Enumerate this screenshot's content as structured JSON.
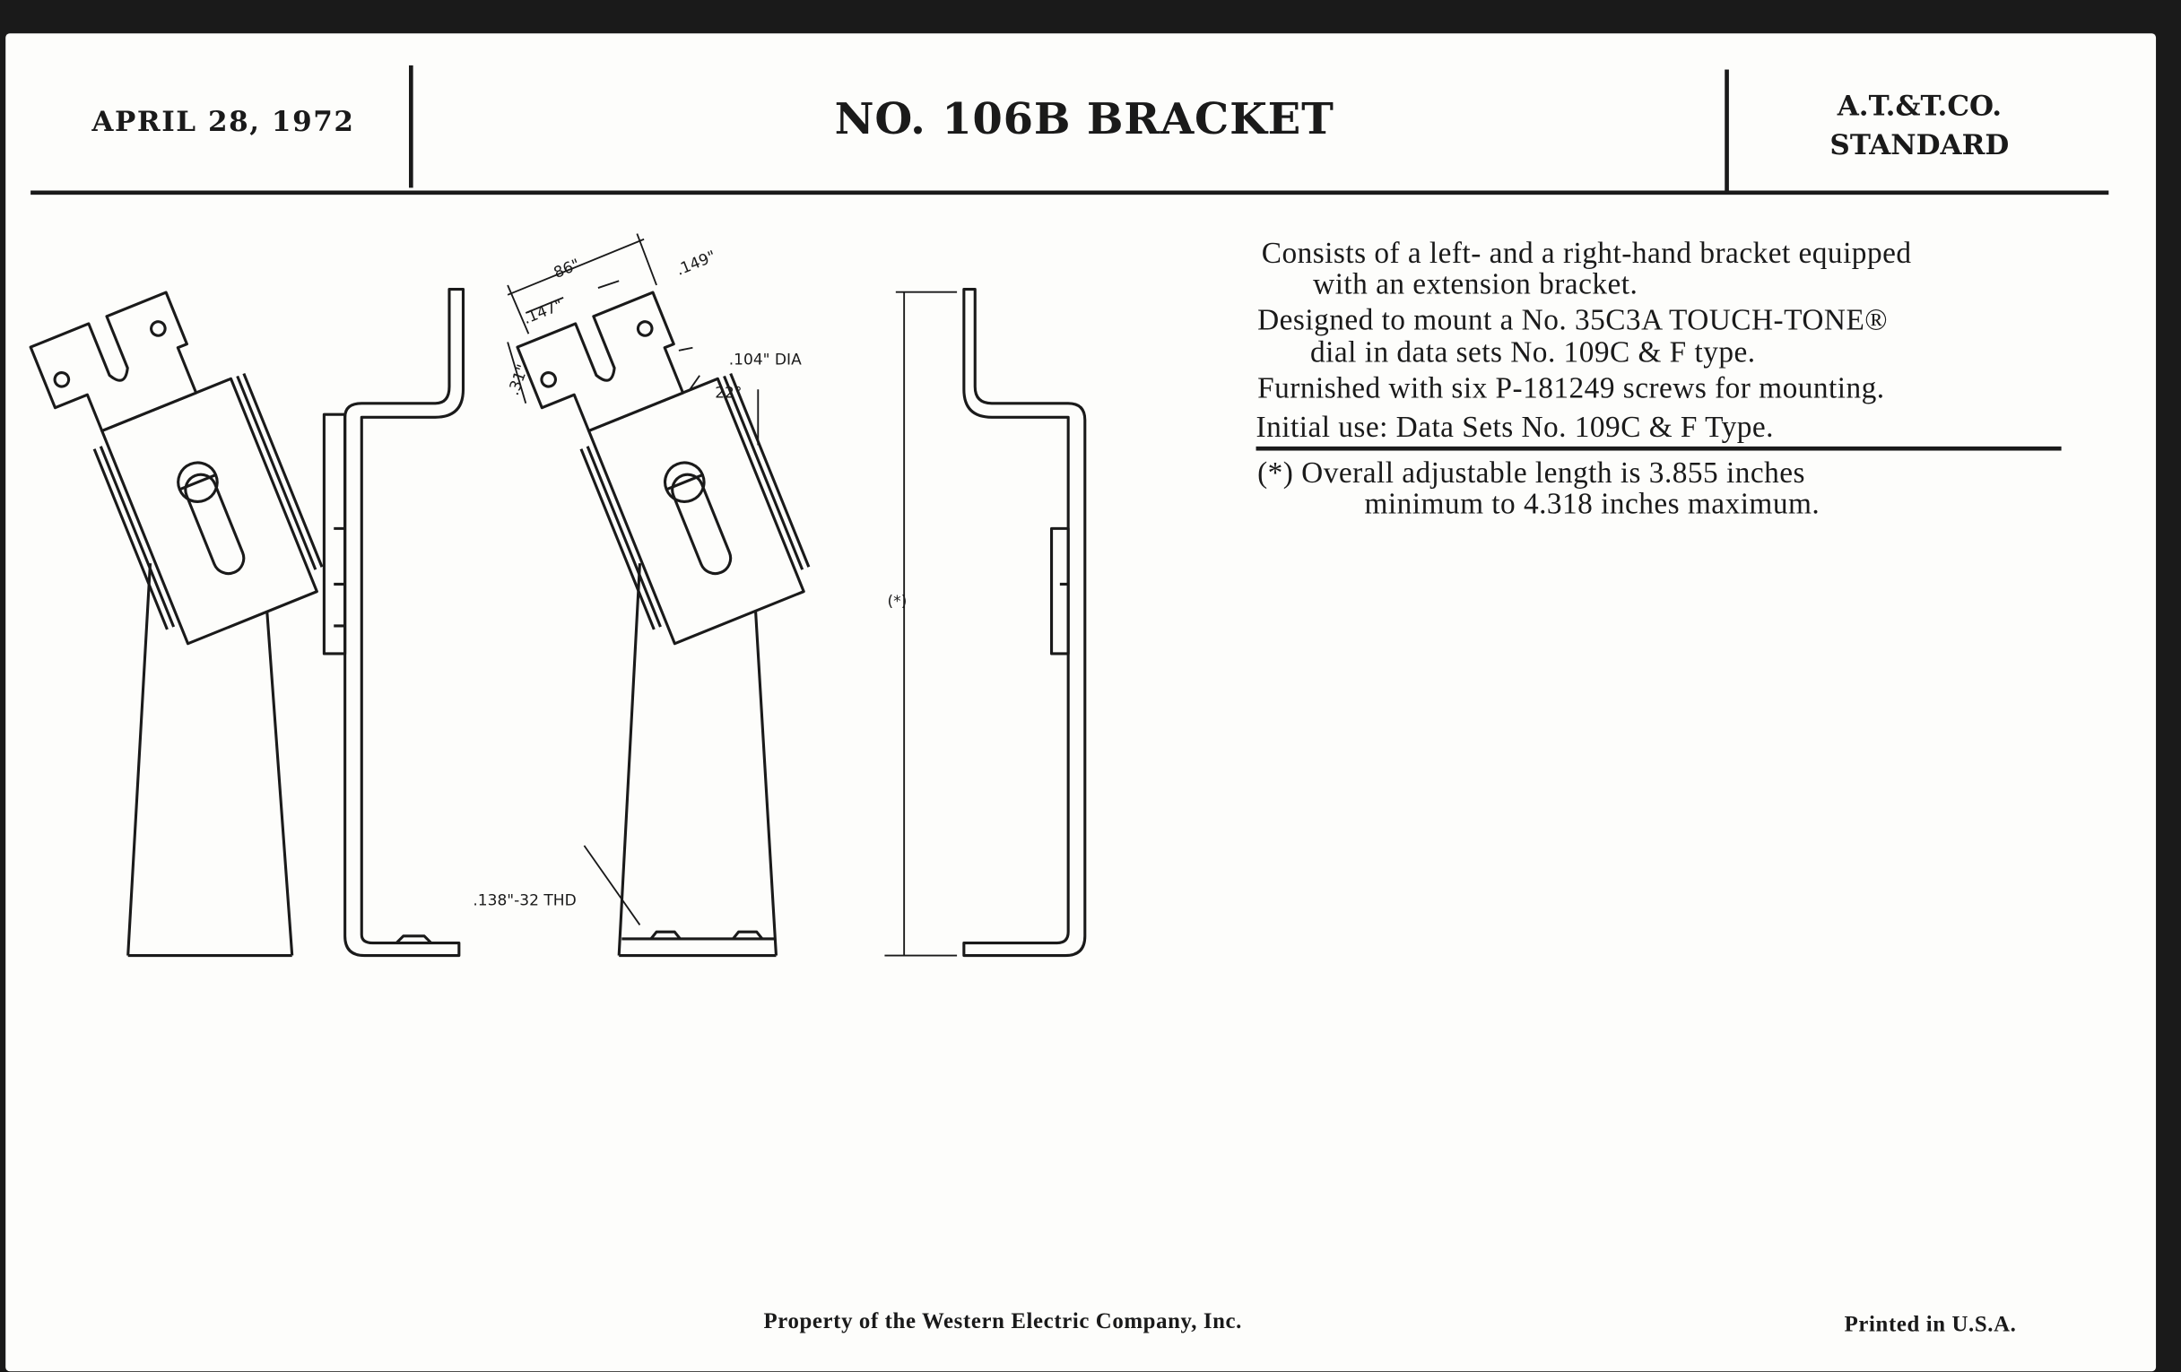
{
  "header": {
    "date": "APRIL 28, 1972",
    "title": "NO. 106B BRACKET",
    "standard_line1": "A.T.&T.CO.",
    "standard_line2": "STANDARD"
  },
  "description": {
    "lines": [
      "Consists of a left- and a right-hand bracket equipped",
      "with an extension bracket.",
      "Designed to mount a No. 35C3A TOUCH-TONE®",
      "dial in data sets No. 109C & F type.",
      "Furnished with six P-181249 screws for mounting.",
      "Initial use: Data Sets No. 109C & F Type.",
      "(*) Overall adjustable length is 3.855 inches",
      "minimum to 4.318 inches maximum."
    ]
  },
  "drawing": {
    "dim_86": "86\"",
    "dim_147": ".147\"",
    "dim_149": ".149\"",
    "dim_31": ".31\"",
    "dim_104": ".104\" DIA",
    "angle": "22°",
    "thread": ".138\"-32 THD",
    "overall": "(*)"
  },
  "footer": {
    "property": "Property of the Western Electric Company, Inc.",
    "printed": "Printed in U.S.A."
  }
}
